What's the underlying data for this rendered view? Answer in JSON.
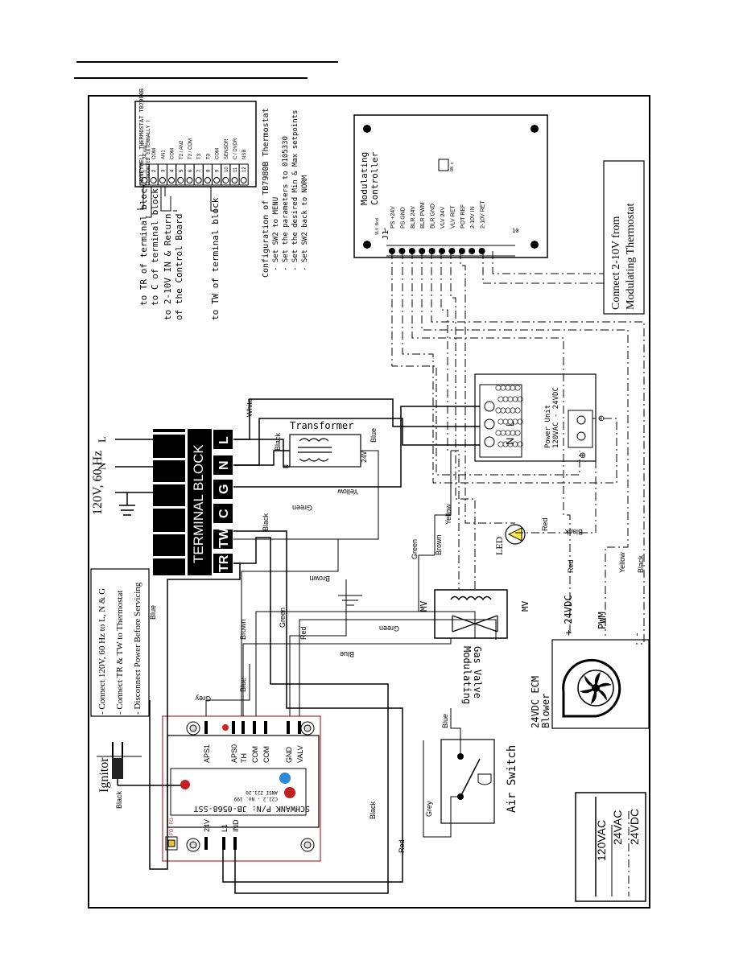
{
  "thermostat": {
    "title": "HONEYWELL THERMOSTAT TB7980B",
    "note": "( MOUNTED EXTERNALLY )",
    "terminals": [
      {
        "num": "1",
        "label": "24 VAC"
      },
      {
        "num": "2",
        "label": "COM"
      },
      {
        "num": "3",
        "label": "AN1"
      },
      {
        "num": "4",
        "label": "COM"
      },
      {
        "num": "5",
        "label": "T2 / AN2"
      },
      {
        "num": "6",
        "label": "T2 / COM"
      },
      {
        "num": "7",
        "label": "T3"
      },
      {
        "num": "8",
        "label": "T3"
      },
      {
        "num": "9",
        "label": "COM"
      },
      {
        "num": "10",
        "label": "SENSOR"
      },
      {
        "num": "11",
        "label": "C / DVDR"
      },
      {
        "num": "12",
        "label": "NSB"
      }
    ],
    "wiring_notes": [
      "to TR of terminal block",
      "to C of terminal block",
      "to 2-10V IN & Return",
      "of the Control Board",
      "to TW of terminal block"
    ],
    "config_title": "Configuration of TB7980B Thermostat",
    "config_steps": [
      "- Set SW2 to MENU",
      "- Set the parameters to 0105330",
      "- Set the desired Min & Max setpoints",
      "- Set SW2 back to NORM"
    ]
  },
  "controller": {
    "title": "Modulating",
    "title2": "Controller",
    "connector": "J1",
    "pin_first": "1",
    "pin_last": "10",
    "pins": [
      "PS +24V",
      "PS GND",
      "BLR 24V",
      "BLR PWM",
      "BLR GND",
      "VLV 24V",
      "VLV RET",
      "POT REF",
      "2-10V IN",
      "2-10V RET"
    ],
    "board_code": "VLV Bnd",
    "switch": "ON ⊏"
  },
  "thermostat_connect": [
    "Connect 2-10V from",
    "Modulating Thermostat"
  ],
  "power": {
    "supply": "120V, 60 Hz",
    "L": "L",
    "N": "N"
  },
  "terminal_block": {
    "title": "TERMINAL BLOCK",
    "terminals": [
      "L",
      "N",
      "G",
      "C",
      "TW",
      "TR"
    ]
  },
  "transformer": {
    "title": "Transformer",
    "pri_n": "N",
    "sec": "24V"
  },
  "power_unit": {
    "title": "Power Unit",
    "rating": "120VAC - 24VDC",
    "L": "L",
    "N": "N",
    "plus": "⊕",
    "minus": "⊖"
  },
  "instructions": [
    "- Connect 120V, 60 Hz to L, N & G",
    "- Connect TR & TW to  Thermostat",
    "- Disconnect Power Before Servicing"
  ],
  "gas_valve": {
    "title": "Modulating",
    "title2": "Gas Valve",
    "mv": "MV"
  },
  "led": "LED",
  "blower": {
    "title": "24VDC ECM",
    "title2": "Blower",
    "plus": "+ 24VDC",
    "pwm": "PWM",
    "minus": "-"
  },
  "ignitor": "Ignitor",
  "air_switch": "Air Switch",
  "ignition": {
    "part": "SCHWANK P/N:  JB-0568-SST",
    "cert": "ANSI Z21.20",
    "cert2": "C22.2 - No. 199",
    "fuse": "FG+ FG-",
    "top_terms": [
      "APS1",
      "APS0",
      "TH",
      "COM",
      "COM",
      "GND",
      "VALV"
    ],
    "bottom_terms": [
      "24V",
      "L1",
      "IND"
    ]
  },
  "wires": {
    "white": "White",
    "black": "Black",
    "blue": "Blue",
    "yellow": "Yellow",
    "green": "Green",
    "red": "Red",
    "brown": "Brown",
    "grey": "Grey"
  },
  "legend": [
    "120VAC",
    "24VAC",
    "24VDC"
  ]
}
